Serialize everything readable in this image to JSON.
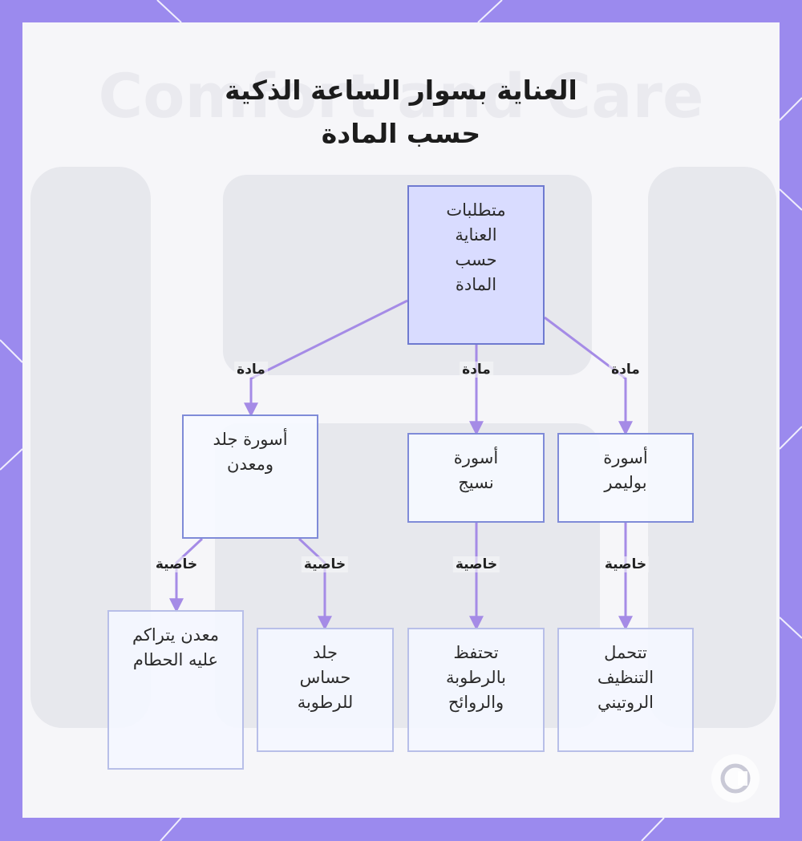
{
  "title": {
    "line1": "العناية بسوار الساعة الذكية",
    "line2": "حسب المادة"
  },
  "watermark_text": "Comfort and Care",
  "colors": {
    "frame": "#9b8aee",
    "card": "#f6f6f9",
    "edge": "#a58be6",
    "root_fill": "#d9dcff",
    "node_border": "#7f8bd8"
  },
  "diagram": {
    "root": {
      "label": "متطلبات العناية حسب المادة"
    },
    "materials": [
      {
        "label": "أسورة جلد ومعدن",
        "edge_label": "مادة"
      },
      {
        "label": "أسورة نسيج",
        "edge_label": "مادة"
      },
      {
        "label": "أسورة بوليمر",
        "edge_label": "مادة"
      }
    ],
    "properties": [
      {
        "label": "معدن يتراكم عليه الحطام",
        "edge_label": "خاصية"
      },
      {
        "label": "جلد حساس للرطوبة",
        "edge_label": "خاصية"
      },
      {
        "label": "تحتفظ بالرطوبة والروائح",
        "edge_label": "خاصية"
      },
      {
        "label": "تتحمل التنظيف الروتيني",
        "edge_label": "خاصية"
      }
    ]
  }
}
